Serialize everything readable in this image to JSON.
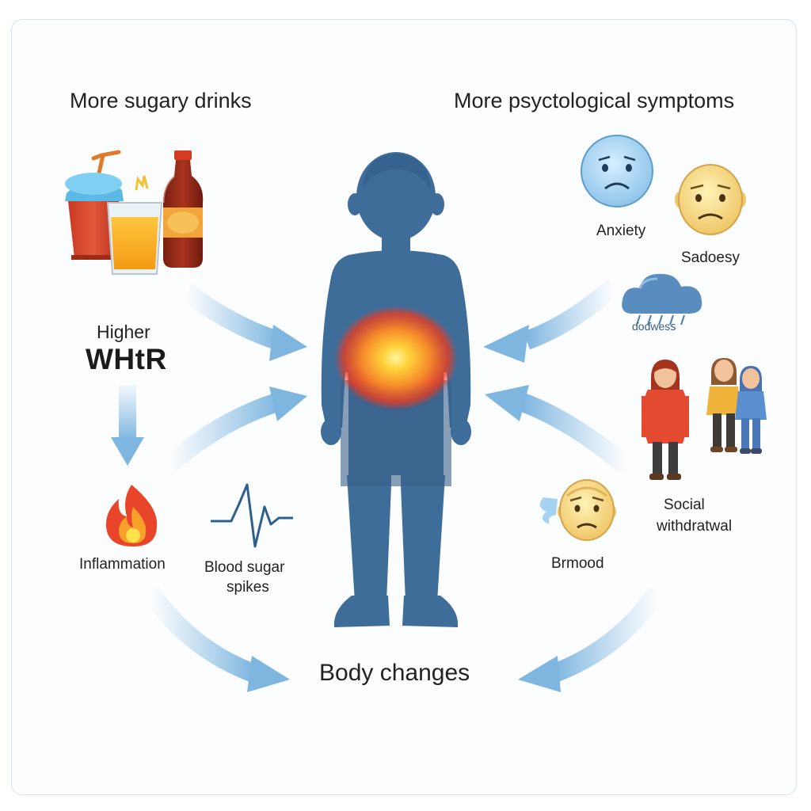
{
  "headers": {
    "left": "More sugary drinks",
    "right": "More psyctological symptoms"
  },
  "metric": {
    "line1": "Higher",
    "line2": "WHtR"
  },
  "labels": {
    "anxiety": "Anxiety",
    "sadness": "Sadoesy",
    "cloud": "ɗoɗwesꜱ",
    "social_1": "Social",
    "social_2": "withdratwal",
    "bad_mood": "Brmood",
    "inflammation": "Inflammation",
    "blood_sugar_1": "Blood sugar",
    "blood_sugar_2": "spikes"
  },
  "footer": "Body changes",
  "colors": {
    "silhouette": "#3f6d9a",
    "arrow": "#8ec0e4",
    "glow_core": "#ffd23a",
    "glow_outer": "#ea3b26",
    "face": "#f6da8a",
    "sad_face": "#a9d4f1",
    "cloud": "#5a8dbf",
    "heart_line": "#2f5f8e"
  },
  "icons": [
    "drinks-icon",
    "sad-face-icon",
    "cloud-rain-icon",
    "people-icon",
    "flame-icon",
    "heartbeat-icon",
    "child-silhouette-icon"
  ]
}
